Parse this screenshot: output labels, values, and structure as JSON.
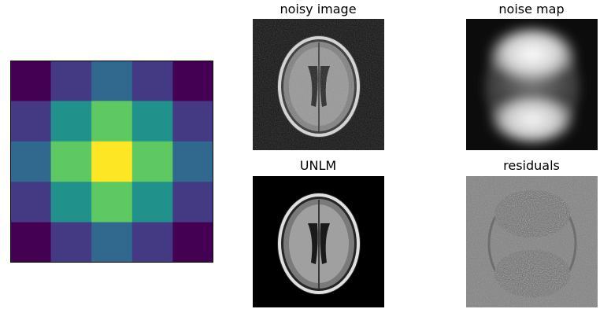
{
  "kernel": {
    "grid": [
      [
        0.0,
        0.25,
        0.5,
        0.25,
        0.0
      ],
      [
        0.25,
        0.55,
        0.75,
        0.55,
        0.25
      ],
      [
        0.5,
        0.75,
        1.0,
        0.75,
        0.5
      ],
      [
        0.25,
        0.55,
        0.75,
        0.55,
        0.25
      ],
      [
        0.0,
        0.25,
        0.5,
        0.25,
        0.0
      ]
    ],
    "colormap": "viridis",
    "colors": {
      "0.00": "#440154",
      "0.25": "#443a83",
      "0.50": "#31688e",
      "0.55": "#21918c",
      "0.75": "#5ec962",
      "1.00": "#fde725"
    }
  },
  "panels": {
    "noisy": {
      "title": "noisy image"
    },
    "noise_map": {
      "title": "noise map"
    },
    "unlm": {
      "title": "UNLM"
    },
    "residuals": {
      "title": "residuals"
    }
  }
}
